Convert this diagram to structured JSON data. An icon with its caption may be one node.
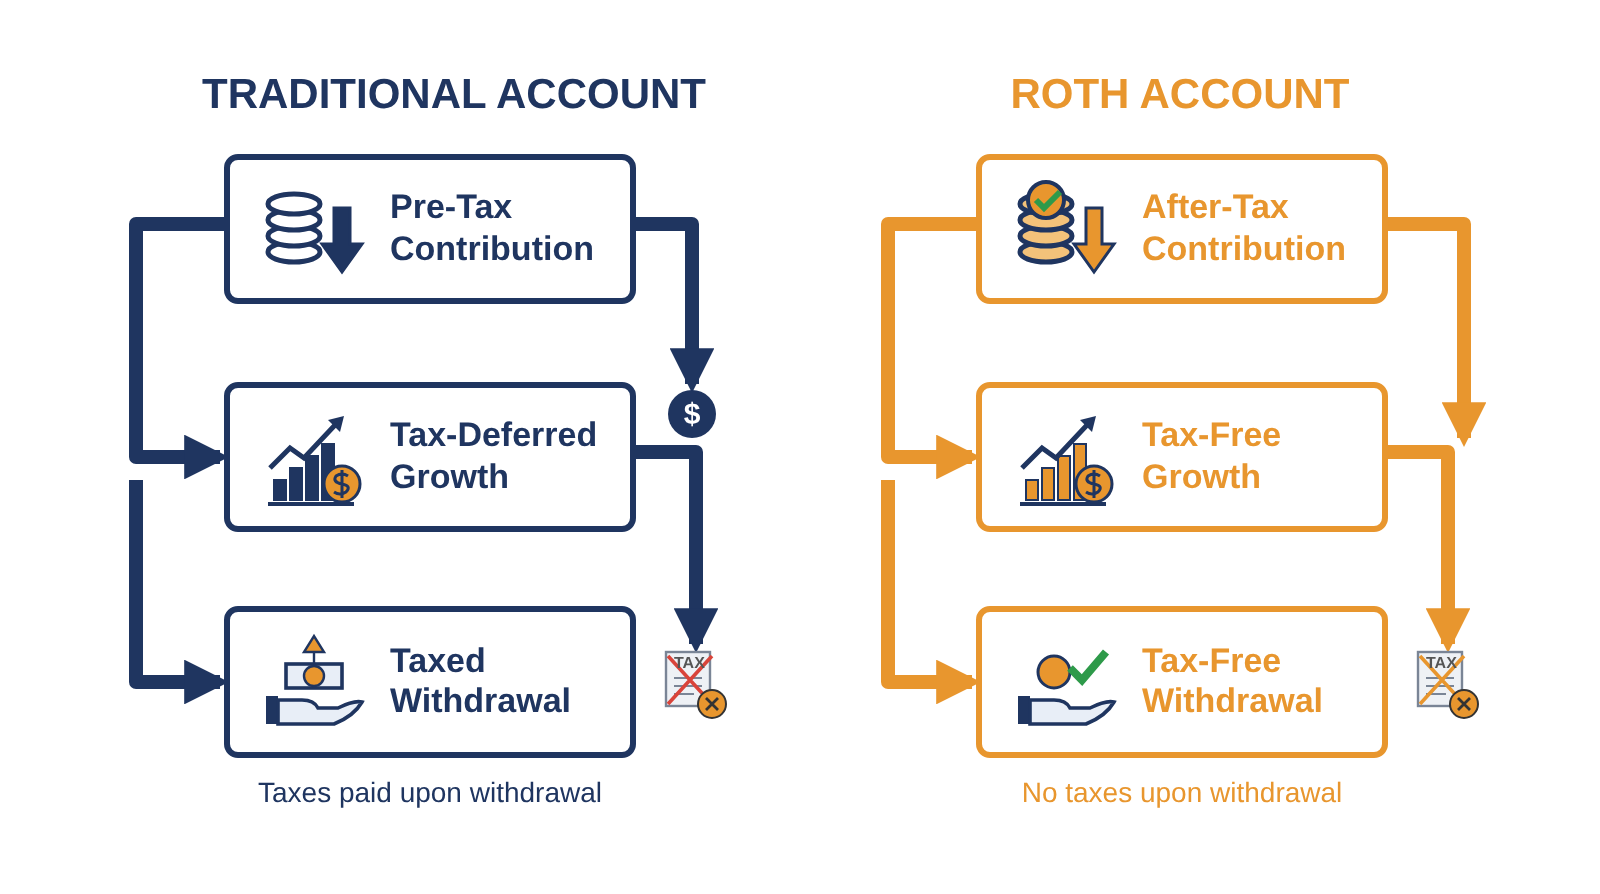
{
  "diagram": {
    "nodes": [
      {
        "text": [
          "Pre-Tax Contribution"
        ]
      },
      {
        "text": [
          "Tax-Deferred Growth"
        ]
      },
      {
        "text": [
          "Taxed Withdrawal"
        ]
      },
      {
        "text": [
          "$"
        ]
      },
      {
        "text": [
          "TAX"
        ]
      },
      {
        "text": [
          "After-Tax Contribution"
        ]
      },
      {
        "text": [
          "Tax-Free Growth"
        ]
      },
      {
        "text": [
          "Tax-Free Withdrawal"
        ]
      },
      {
        "text": [
          "TAX"
        ]
      }
    ],
    "edges": [
      {
        "from": 0,
        "to": 1,
        "arrow": "to",
        "color": "#1f3560"
      },
      {
        "from": null,
        "to": 2,
        "arrow": "to",
        "color": "#1f3560"
      },
      {
        "from": 0,
        "to": 3,
        "arrow": "to",
        "color": "#1f3560"
      },
      {
        "from": 1,
        "to": 4,
        "arrow": "to",
        "color": "#1f3560"
      },
      {
        "from": 5,
        "to": 6,
        "arrow": "to",
        "color": "#e8962e"
      },
      {
        "from": null,
        "to": 7,
        "arrow": "to",
        "color": "#e8962e"
      },
      {
        "from": 5,
        "to": 6,
        "arrow": "to",
        "color": "#e8962e"
      },
      {
        "from": 6,
        "to": 8,
        "arrow": "to",
        "color": "#e8962e"
      }
    ],
    "labels": [
      "TRADITIONAL ACCOUNT",
      "ROTH ACCOUNT",
      "Taxes paid upon withdrawal",
      "No taxes upon withdrawal"
    ]
  }
}
